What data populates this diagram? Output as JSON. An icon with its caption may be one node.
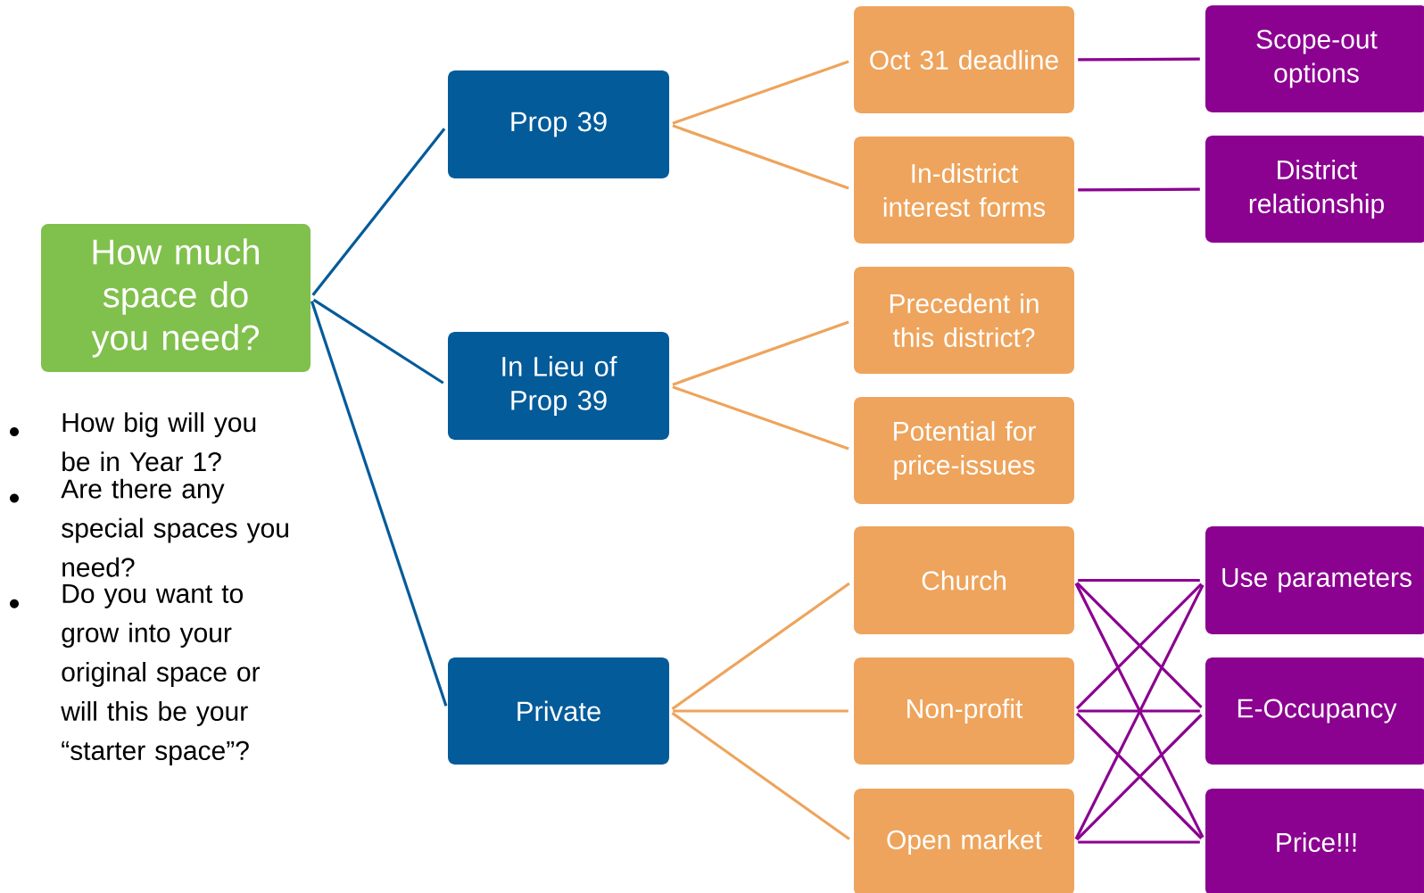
{
  "diagram": {
    "nodes": [
      {
        "text": [
          "How much space do you need?"
        ]
      },
      {
        "text": [
          "Prop 39"
        ]
      },
      {
        "text": [
          "In Lieu of Prop 39"
        ]
      },
      {
        "text": [
          "Private"
        ]
      },
      {
        "text": [
          "Oct 31 deadline"
        ]
      },
      {
        "text": [
          "In-district interest forms"
        ]
      },
      {
        "text": [
          "Precedent in this district?"
        ]
      },
      {
        "text": [
          "Potential for price-issues"
        ]
      },
      {
        "text": [
          "Church"
        ]
      },
      {
        "text": [
          "Non-profit"
        ]
      },
      {
        "text": [
          "Open market"
        ]
      },
      {
        "text": [
          "Scope-out options"
        ]
      },
      {
        "text": [
          "District relationship"
        ]
      },
      {
        "text": [
          "Use parameters"
        ]
      },
      {
        "text": [
          "E-Occupancy"
        ]
      },
      {
        "text": [
          "Price!!!"
        ]
      }
    ],
    "edges": [
      {
        "from": 0,
        "to": 1,
        "arrow": "none",
        "color": "#035b9a"
      },
      {
        "from": 0,
        "to": 2,
        "arrow": "none",
        "color": "#035b9a"
      },
      {
        "from": 0,
        "to": 3,
        "arrow": "none",
        "color": "#035b9a"
      },
      {
        "from": 1,
        "to": 4,
        "arrow": "none",
        "color": "#eea45c"
      },
      {
        "from": 1,
        "to": 5,
        "arrow": "none",
        "color": "#eea45c"
      },
      {
        "from": 2,
        "to": 6,
        "arrow": "none",
        "color": "#eea45c"
      },
      {
        "from": 2,
        "to": 7,
        "arrow": "none",
        "color": "#eea45c"
      },
      {
        "from": 3,
        "to": 8,
        "arrow": "none",
        "color": "#eea45c"
      },
      {
        "from": 3,
        "to": 9,
        "arrow": "none",
        "color": "#eea45c"
      },
      {
        "from": 3,
        "to": 10,
        "arrow": "none",
        "color": "#eea45c"
      },
      {
        "from": 4,
        "to": 11,
        "arrow": "none"
      },
      {
        "from": 5,
        "to": 12,
        "arrow": "none"
      },
      {
        "from": 8,
        "to": 13,
        "arrow": "none"
      },
      {
        "from": 8,
        "to": 14,
        "arrow": "none"
      },
      {
        "from": 8,
        "to": 15,
        "arrow": "none"
      },
      {
        "from": 9,
        "to": 13,
        "arrow": "none"
      },
      {
        "from": 9,
        "to": 14,
        "arrow": "none"
      },
      {
        "from": 9,
        "to": 15,
        "arrow": "none"
      },
      {
        "from": 10,
        "to": 13,
        "arrow": "none"
      },
      {
        "from": 10,
        "to": 14,
        "arrow": "none"
      },
      {
        "from": 10,
        "to": 15,
        "arrow": "none"
      }
    ],
    "labels": [
      "How big will you be in Year 1?",
      "Are there any special spaces you need?",
      "Do you want to grow into your original space or will this be your “starter space”?"
    ]
  }
}
